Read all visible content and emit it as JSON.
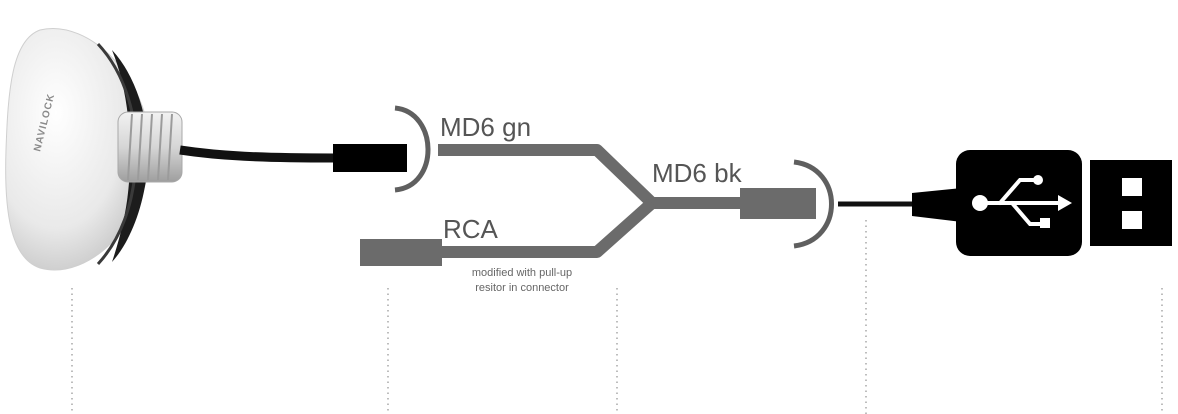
{
  "labels": {
    "md6_gn": "MD6 gn",
    "md6_bk": "MD6 bk",
    "rca": "RCA",
    "note_line1": "modified with pull-up",
    "note_line2": "resitor in connector"
  },
  "device": {
    "brand_text": "NAVILOCK",
    "icon": "gps-puck-icon"
  },
  "icons": {
    "usb": "usb-icon",
    "usb_connector": "usb-connector-icon"
  },
  "colors": {
    "cable_gray": "#6b6b6b",
    "cable_black": "#111111",
    "plug_black": "#000000",
    "label_text": "#555555"
  }
}
